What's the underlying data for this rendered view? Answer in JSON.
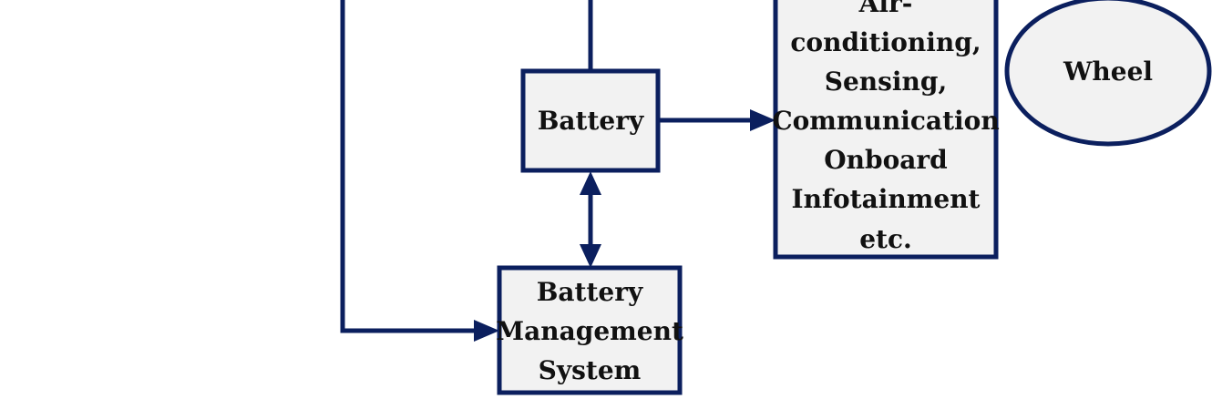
{
  "diagram": {
    "nodes": {
      "battery": {
        "label": "Battery"
      },
      "bms": {
        "lines": [
          "Battery",
          "Management",
          "System"
        ]
      },
      "loads": {
        "lines": [
          "Air-",
          "conditioning,",
          "Sensing,",
          "Communication",
          "Onboard",
          "Infotainment",
          "etc."
        ]
      },
      "wheel": {
        "label": "Wheel"
      }
    },
    "edges": [
      {
        "from": "offscreen-top",
        "to": "battery",
        "style": "line"
      },
      {
        "from": "offscreen-top",
        "to": "bms",
        "style": "arrow"
      },
      {
        "from": "battery",
        "to": "loads",
        "style": "arrow"
      },
      {
        "from": "battery",
        "to": "bms",
        "style": "double-arrow"
      }
    ],
    "colors": {
      "stroke": "#0b1f5e",
      "fill": "#f2f2f2",
      "text": "#111111"
    }
  }
}
